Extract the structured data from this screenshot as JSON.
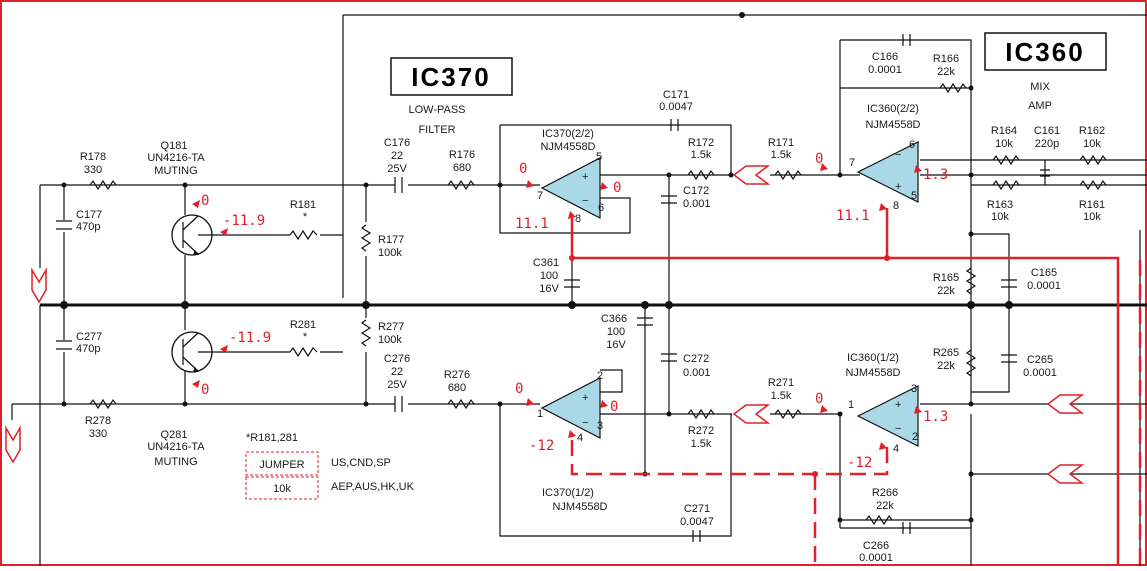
{
  "ic_titles": {
    "ic370": "IC370",
    "ic360": "IC360"
  },
  "sections": {
    "lowpass_line1": "LOW-PASS",
    "lowpass_line2": "FILTER",
    "mix_line1": "MIX",
    "mix_line2": "AMP"
  },
  "transistors": {
    "q181": {
      "ref": "Q181",
      "part": "UN4216-TA",
      "func": "MUTING"
    },
    "q281": {
      "ref": "Q281",
      "part": "UN4216-TA",
      "func": "MUTING"
    }
  },
  "opamps": {
    "ic370_2": {
      "line1": "IC370(2/2)",
      "line2": "NJM4558D"
    },
    "ic370_1": {
      "line1": "IC370(1/2)",
      "line2": "NJM4558D"
    },
    "ic360_2": {
      "line1": "IC360(2/2)",
      "line2": "NJM4558D"
    },
    "ic360_1": {
      "line1": "IC360(1/2)",
      "line2": "NJM4558D"
    }
  },
  "components": {
    "r178": {
      "ref": "R178",
      "val": "330"
    },
    "r278": {
      "ref": "R278",
      "val": "330"
    },
    "c177": {
      "ref": "C177",
      "val": "470p"
    },
    "c277": {
      "ref": "C277",
      "val": "470p"
    },
    "r181": {
      "ref": "R181",
      "val": "*"
    },
    "r281": {
      "ref": "R281",
      "val": "*"
    },
    "r177": {
      "ref": "R177",
      "val": "100k"
    },
    "r277": {
      "ref": "R277",
      "val": "100k"
    },
    "c176": {
      "ref": "C176",
      "val": "22",
      "volt": "25V"
    },
    "c276": {
      "ref": "C276",
      "val": "22",
      "volt": "25V"
    },
    "r176": {
      "ref": "R176",
      "val": "680"
    },
    "r276": {
      "ref": "R276",
      "val": "680"
    },
    "c171": {
      "ref": "C171",
      "val": "0.0047"
    },
    "c271": {
      "ref": "C271",
      "val": "0.0047"
    },
    "r172": {
      "ref": "R172",
      "val": "1.5k"
    },
    "r272": {
      "ref": "R272",
      "val": "1.5k"
    },
    "c172": {
      "ref": "C172",
      "val": "0.001"
    },
    "c272": {
      "ref": "C272",
      "val": "0.001"
    },
    "c361": {
      "ref": "C361",
      "val": "100",
      "volt": "16V"
    },
    "c366": {
      "ref": "C366",
      "val": "100",
      "volt": "16V"
    },
    "r171": {
      "ref": "R171",
      "val": "1.5k"
    },
    "r271": {
      "ref": "R271",
      "val": "1.5k"
    },
    "c166": {
      "ref": "C166",
      "val": "0.0001"
    },
    "r166": {
      "ref": "R166",
      "val": "22k"
    },
    "r164": {
      "ref": "R164",
      "val": "10k"
    },
    "c161": {
      "ref": "C161",
      "val": "220p"
    },
    "r162": {
      "ref": "R162",
      "val": "10k"
    },
    "r163": {
      "ref": "R163",
      "val": "10k"
    },
    "r161": {
      "ref": "R161",
      "val": "10k"
    },
    "r165": {
      "ref": "R165",
      "val": "22k"
    },
    "c165": {
      "ref": "C165",
      "val": "0.0001"
    },
    "r265": {
      "ref": "R265",
      "val": "22k"
    },
    "c265": {
      "ref": "C265",
      "val": "0.0001"
    },
    "r266": {
      "ref": "R266",
      "val": "22k"
    },
    "c266": {
      "ref": "C266",
      "val": "0.0001"
    }
  },
  "voltages": {
    "q181_collector": "0",
    "q181_base": "-11.9",
    "q281_base": "-11.9",
    "q281_collector": "0",
    "ic370_2_in": "0",
    "ic370_2_out": "0",
    "ic370_2_vcc": "11.1",
    "ic370_1_in": "0",
    "ic370_1_out": "0",
    "ic370_1_vee": "-12",
    "ic360_2_in": "0",
    "ic360_2_out": "1.3",
    "ic360_2_vcc": "11.1",
    "ic360_1_in": "0",
    "ic360_1_out": "1.3",
    "ic360_1_vee": "-12"
  },
  "pins": {
    "ic370_2": [
      "5",
      "7",
      "6",
      "8"
    ],
    "ic370_1": [
      "2",
      "1",
      "3",
      "4"
    ],
    "ic360_2": [
      "6",
      "7",
      "5",
      "8"
    ],
    "ic360_1": [
      "3",
      "1",
      "2",
      "4"
    ]
  },
  "jumper_note": {
    "title": "*R181,281",
    "opt1_box": "JUMPER",
    "opt1_regions": "US,CND,SP",
    "opt2_box": "10k",
    "opt2_regions": "AEP,AUS,HK,UK"
  },
  "colors": {
    "voltage": "#e0202a",
    "opamp_fill": "#a9d8e6",
    "frame": "#e0202a"
  }
}
